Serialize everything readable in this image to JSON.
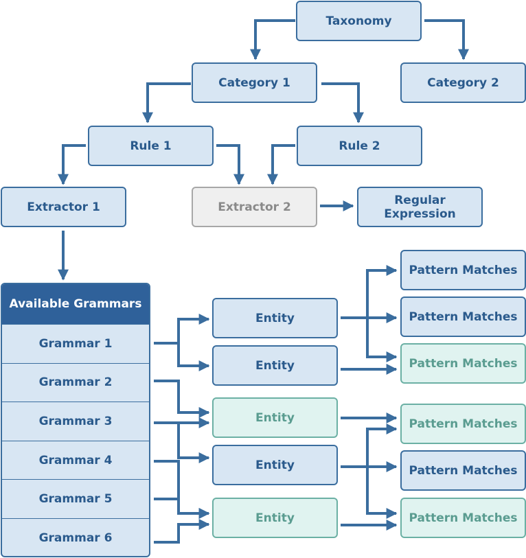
{
  "colors": {
    "arrow": "#3a6d9e",
    "box_blue": "#d8e6f3",
    "box_gray": "#efefef",
    "box_teal": "#e0f3f0",
    "header": "#2f619a"
  },
  "nodes": {
    "taxonomy": "Taxonomy",
    "category_1": "Category 1",
    "category_2": "Category 2",
    "rule_1": "Rule 1",
    "rule_2": "Rule 2",
    "extractor_1": "Extractor 1",
    "extractor_2": "Extractor 2",
    "regular_expression": "Regular\nExpression"
  },
  "grammars": {
    "header": "Available Grammars",
    "items": [
      "Grammar 1",
      "Grammar 2",
      "Grammar 3",
      "Grammar 4",
      "Grammar 5",
      "Grammar 6"
    ]
  },
  "entities": [
    "Entity",
    "Entity",
    "Entity",
    "Entity",
    "Entity"
  ],
  "pattern_matches": [
    "Pattern Matches",
    "Pattern Matches",
    "Pattern Matches",
    "Pattern Matches",
    "Pattern Matches",
    "Pattern Matches"
  ]
}
